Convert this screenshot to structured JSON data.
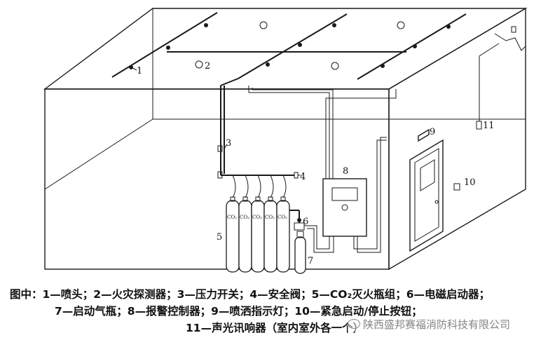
{
  "labels": {
    "n1": "1",
    "n2": "2",
    "n3": "3",
    "n4": "4",
    "n5": "5",
    "n6": "6",
    "n7": "7",
    "n8": "8",
    "n9": "9",
    "n10": "10",
    "n11": "11",
    "co2": "CO₂"
  },
  "caption": {
    "line1": "图中：1—喷头；2—火灾探测器；3—压力开关；4—安全阀；5—CO₂灭火瓶组；6—电磁启动器；",
    "line2": "7—启动气瓶；8—报警控制器；9—喷洒指示灯；10—紧急启动/停止按钮；",
    "line3": "11—声光讯响器（室内室外各一个）"
  },
  "watermark": {
    "text": "陕西盛邦赛福消防科技有限公司"
  }
}
